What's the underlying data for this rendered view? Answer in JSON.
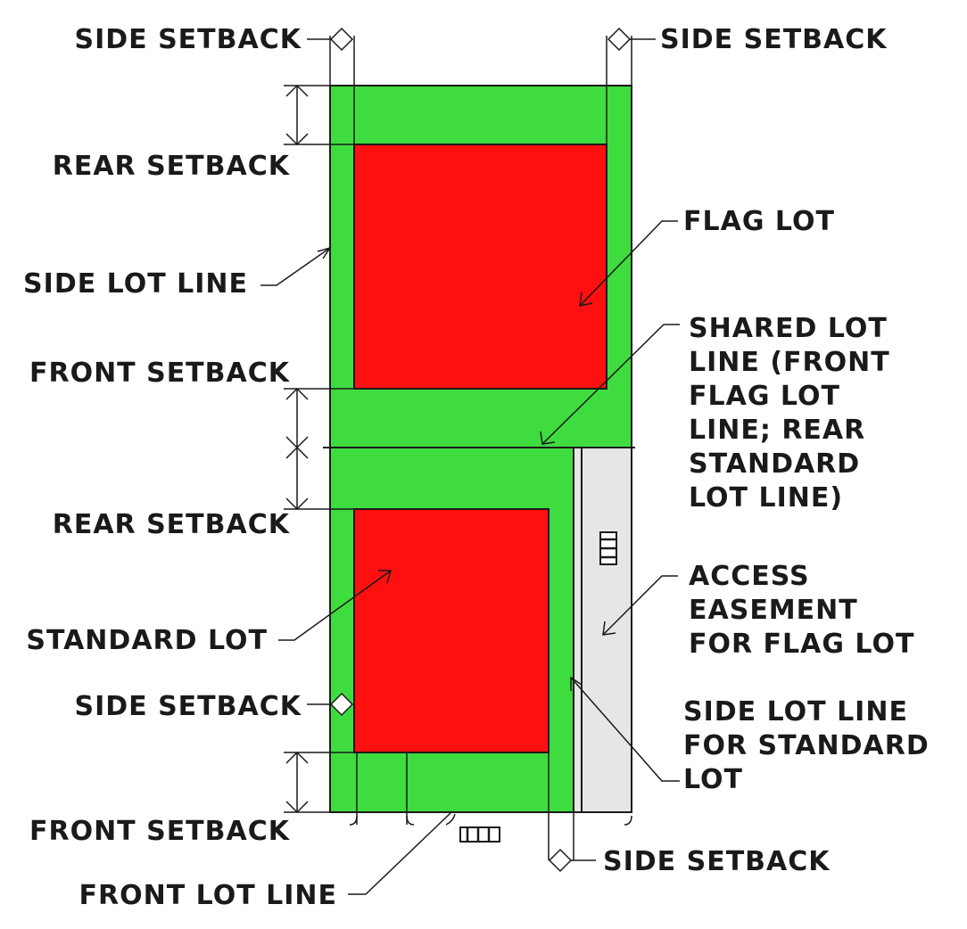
{
  "colors": {
    "lot_fill": "#3fdc3f",
    "buildable_fill": "#ff0f0f",
    "easement_fill": "#e6e6e6",
    "line": "#1a1a1a"
  },
  "labels": {
    "side_setback_top_left": "SIDE SETBACK",
    "side_setback_top_right": "SIDE SETBACK",
    "rear_setback_flag": "REAR SETBACK",
    "flag_lot": "FLAG LOT",
    "side_lot_line": "SIDE LOT LINE",
    "front_setback_flag": "FRONT SETBACK",
    "shared_lot_line": [
      "SHARED LOT",
      "LINE (FRONT",
      "FLAG LOT",
      "LINE; REAR",
      "STANDARD",
      "LOT LINE)"
    ],
    "rear_setback_standard": "REAR SETBACK",
    "access_easement": [
      "ACCESS",
      "EASEMENT",
      "FOR FLAG LOT"
    ],
    "standard_lot": "STANDARD LOT",
    "side_setback_standard": "SIDE SETBACK",
    "side_lot_line_standard": [
      "SIDE LOT LINE",
      "FOR STANDARD",
      "LOT"
    ],
    "front_setback_standard": "FRONT SETBACK",
    "side_setback_bottom": "SIDE SETBACK",
    "front_lot_line": "FRONT LOT LINE"
  },
  "icons": [
    "diamond-marker-icon",
    "arrow-icon",
    "break-symbol-icon"
  ]
}
